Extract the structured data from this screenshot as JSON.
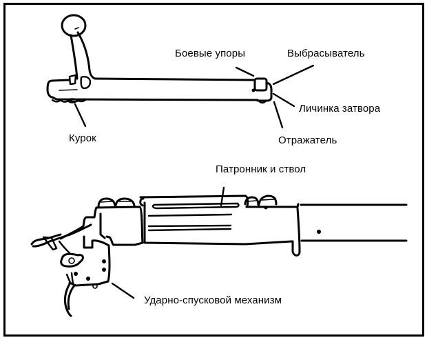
{
  "diagram": {
    "title": "Bolt-action rifle: bolt and receiver components",
    "labels": {
      "locking_lugs": "Боевые упоры",
      "extractor": "Выбрасыватель",
      "bolt_face": "Личинка затвора",
      "ejector": "Отражатель",
      "cocking_piece": "Курок",
      "chamber_and_barrel": "Патронник и ствол",
      "trigger_mechanism": "Ударно-спусковой механизм"
    },
    "components": [
      {
        "id": "bolt",
        "icon": "bolt-assembly-drawing"
      },
      {
        "id": "receiver",
        "icon": "receiver-and-barrel-drawing"
      }
    ],
    "colors": {
      "ink": "#000000",
      "background": "#ffffff"
    }
  }
}
